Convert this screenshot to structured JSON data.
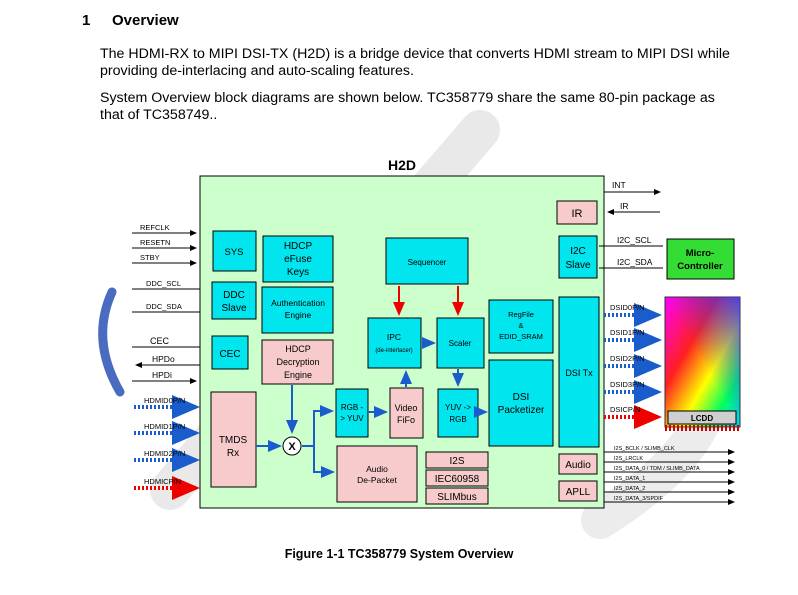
{
  "section": {
    "number": "1",
    "title": "Overview"
  },
  "paragraphs": [
    "The HDMI-RX to MIPI DSI-TX (H2D) is a bridge device that converts HDMI stream to MIPI DSI while providing de-interlacing and auto-scaling features.",
    "System Overview block diagrams are shown below. TC358779 share the same 80-pin package as that of TC358749.."
  ],
  "diagram": {
    "title": "H2D",
    "colors": {
      "chip": "#ccffcc",
      "cyan": "#00e5ee",
      "pink": "#f7cbcb",
      "micro": "#33dd33",
      "arrow_red": "#ee0000",
      "arrow_blue": "#1a5ccc"
    },
    "blocks": {
      "sys": "SYS",
      "hdcp_keys": [
        "HDCP",
        "eFuse",
        "Keys"
      ],
      "ddc_slave": [
        "DDC",
        "Slave"
      ],
      "auth": [
        "Authentication",
        "Engine"
      ],
      "cec": "CEC",
      "hdcp_dec": [
        "HDCP",
        "Decryption",
        "Engine"
      ],
      "tmds": [
        "TMDS",
        "Rx"
      ],
      "mixer": "X",
      "rgb_yuv": [
        "RGB -",
        "> YUV"
      ],
      "audio_depacket": [
        "Audio",
        "De-Packet"
      ],
      "sequencer": "Sequencer",
      "ipc": [
        "IPC",
        "(de-interlacer)"
      ],
      "video_fifo": [
        "Video",
        "FiFo"
      ],
      "scaler": "Scaler",
      "yuv_rgb": [
        "YUV ->",
        "RGB"
      ],
      "regfile": [
        "RegFile",
        "&",
        "EDID_SRAM"
      ],
      "dsi_packetizer": [
        "DSI",
        "Packetizer"
      ],
      "i2s": "I2S",
      "iec": "IEC60958",
      "slimbus": "SLIMbus",
      "ir": "IR",
      "i2c_slave": [
        "I2C",
        "Slave"
      ],
      "dsi_tx": "DSI Tx",
      "audio": "Audio",
      "apll": "APLL",
      "micro": [
        "Micro-",
        "Controller"
      ],
      "lcdd": "LCDD"
    },
    "signals": {
      "left": [
        "REFCLK",
        "RESETN",
        "STBY",
        "DDC_SCL",
        "DDC_SDA",
        "CEC",
        "HPDo",
        "HPDi",
        "HDMID0P/N",
        "HDMID1P/N",
        "HDMID2P/N",
        "HDMICP/N"
      ],
      "right_top": [
        "INT",
        "IR",
        "I2C_SCL",
        "I2C_SDA"
      ],
      "dsi": [
        "DSID0P/N",
        "DSID1P/N",
        "DSID2P/N",
        "DSID3P/N",
        "DSICP/N"
      ],
      "audio_out": [
        "I2S_BCLK / SLIMB_CLK",
        "I2S_LRCLK",
        "I2S_DATA_0 / TDM / SLIMB_DATA",
        "I2S_DATA_1",
        "I2S_DATA_2",
        "I2S_DATA_3/SPDIF"
      ]
    }
  },
  "caption": "Figure 1-1 TC358779 System Overview"
}
